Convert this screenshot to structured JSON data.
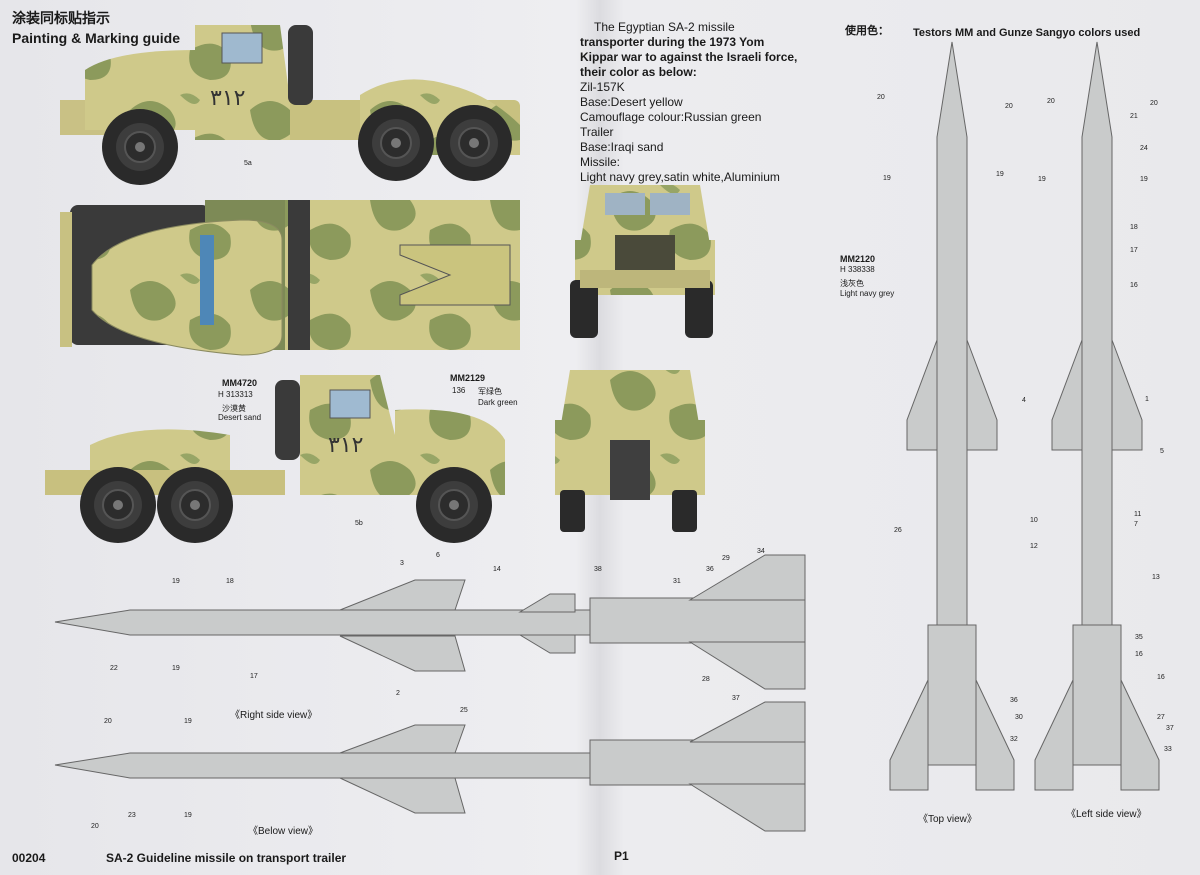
{
  "header": {
    "title_cn": "涂装同标贴指示",
    "title_en": "Painting & Marking guide",
    "colors_cn": "使用色：",
    "colors_used": "Testors MM and Gunze Sangyo colors used"
  },
  "intro": {
    "lines": [
      "The Egyptian SA-2 missile",
      "transporter during the 1973 Yom",
      "Kippar war to against the Israeli force,",
      "their color as below:",
      "Zil-157K",
      "Base:Desert yellow",
      "Camouflage colour:Russian green",
      "Trailer",
      "Base:Iraqi sand",
      "Missile:",
      "Light navy grey,satin white,Aluminium"
    ]
  },
  "truck_marking": "٣١٢",
  "truck_callouts": {
    "side": "5a",
    "side2": "5b"
  },
  "colors": [
    {
      "code": "MM4720",
      "gunze": "H",
      "num": "313",
      "num2": "313",
      "cn": "沙漠黄",
      "name": "Desert sand"
    },
    {
      "code": "MM2129",
      "gunze": "",
      "num": "136",
      "num2": "",
      "cn": "军绿色",
      "name": "Dark green"
    },
    {
      "code": "MM2120",
      "gunze": "H",
      "num": "338",
      "num2": "338",
      "cn": "浅灰色",
      "name": "Light navy grey"
    }
  ],
  "views": {
    "right_side": "《Right side view》",
    "below": "《Below view》",
    "top": "《Top view》",
    "left_side": "《Left side view》"
  },
  "callouts": {
    "right": [
      "3",
      "6",
      "18",
      "19",
      "14",
      "38",
      "31",
      "36",
      "29",
      "34",
      "22",
      "19",
      "17",
      "2",
      "28",
      "37"
    ],
    "below": [
      "20",
      "19",
      "25",
      "20",
      "23",
      "19"
    ],
    "top": [
      "20",
      "20",
      "19",
      "19",
      "26"
    ],
    "left": [
      "20",
      "21",
      "20",
      "24",
      "19",
      "19",
      "18",
      "17",
      "16",
      "4",
      "1",
      "5",
      "10",
      "11",
      "7",
      "12",
      "13",
      "35",
      "16",
      "16",
      "36",
      "30",
      "32",
      "27",
      "37",
      "33"
    ]
  },
  "footer": {
    "code": "00204",
    "title": "SA-2  Guideline missile on transport trailer",
    "page": "P1"
  },
  "palette": {
    "sand": "#cfc98a",
    "green": "#7c8d52",
    "grey": "#c9cbcb",
    "tyre": "#2a2a2a"
  }
}
